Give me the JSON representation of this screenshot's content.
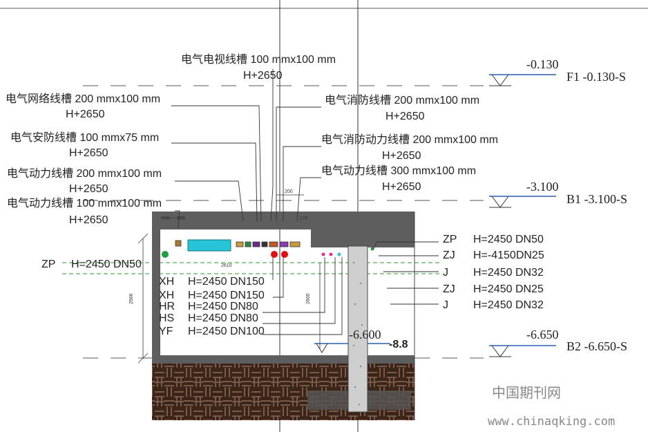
{
  "levels": [
    {
      "value": "-0.130",
      "name": "F1 -0.130-S"
    },
    {
      "value": "-3.100",
      "name": "B1 -3.100-S"
    },
    {
      "value": "-6.650",
      "name": "B2 -6.650-S"
    }
  ],
  "left_labels": [
    {
      "line1": "电气电视线槽 100 mmx100 mm",
      "line2": "H+2650"
    },
    {
      "line1": "电气网络线槽 200 mmx100 mm",
      "line2": "H+2650"
    },
    {
      "line1": "电气安防线槽 100 mmx75 mm",
      "line2": "H+2650"
    },
    {
      "line1": "电气动力线槽 200 mmx100 mm",
      "line2": "H+2650"
    },
    {
      "line1": "电气动力线槽 100 mmx100 mm",
      "line2": "H+2650"
    }
  ],
  "right_labels": [
    {
      "line1": "电气消防线槽 200 mmx100 mm",
      "line2": "H+2650"
    },
    {
      "line1": "电气消防动力线槽 200 mmx100 mm",
      "line2": "H+2650"
    },
    {
      "line1": "电气动力线槽 300 mmx100 mm",
      "line2": "H+2650"
    }
  ],
  "pipe_left": {
    "code": "ZP",
    "spec": "H=2450 DN50"
  },
  "pipes_lower": [
    {
      "code": "XH",
      "spec": "H=2450 DN150"
    },
    {
      "code": "XH",
      "spec": "H=2450 DN150"
    },
    {
      "code": "HR",
      "spec": "H=2450 DN80"
    },
    {
      "code": "HS",
      "spec": "H=2450 DN80"
    },
    {
      "code": "YF",
      "spec": "H=2450 DN100"
    }
  ],
  "pipes_right": [
    {
      "code": "ZP",
      "spec": "H=2450 DN50"
    },
    {
      "code": "ZJ",
      "spec": "H=-4150DN25"
    },
    {
      "code": "J",
      "spec": "H=2450 DN32"
    },
    {
      "code": "ZJ",
      "spec": "H=2450 DN25"
    },
    {
      "code": "J",
      "spec": "H=2450 DN32"
    }
  ],
  "elev_marks": {
    "mid": "-6.600",
    "bottom": "-8.8"
  },
  "dims": {
    "left": "2566",
    "mid": "2600",
    "d200": "200",
    "d500": "500",
    "d200b": "200",
    "d270": "270",
    "d2610": "2610"
  },
  "watermark": {
    "cn": "中国期刊网",
    "url": "www.chinaqking.com"
  },
  "colors": {
    "level_line": "#2a5db0",
    "slab": "#5a5a5a",
    "soil": "#3b2418",
    "cyan": "#27c4d8",
    "green_dash": "#2e9a2e"
  }
}
